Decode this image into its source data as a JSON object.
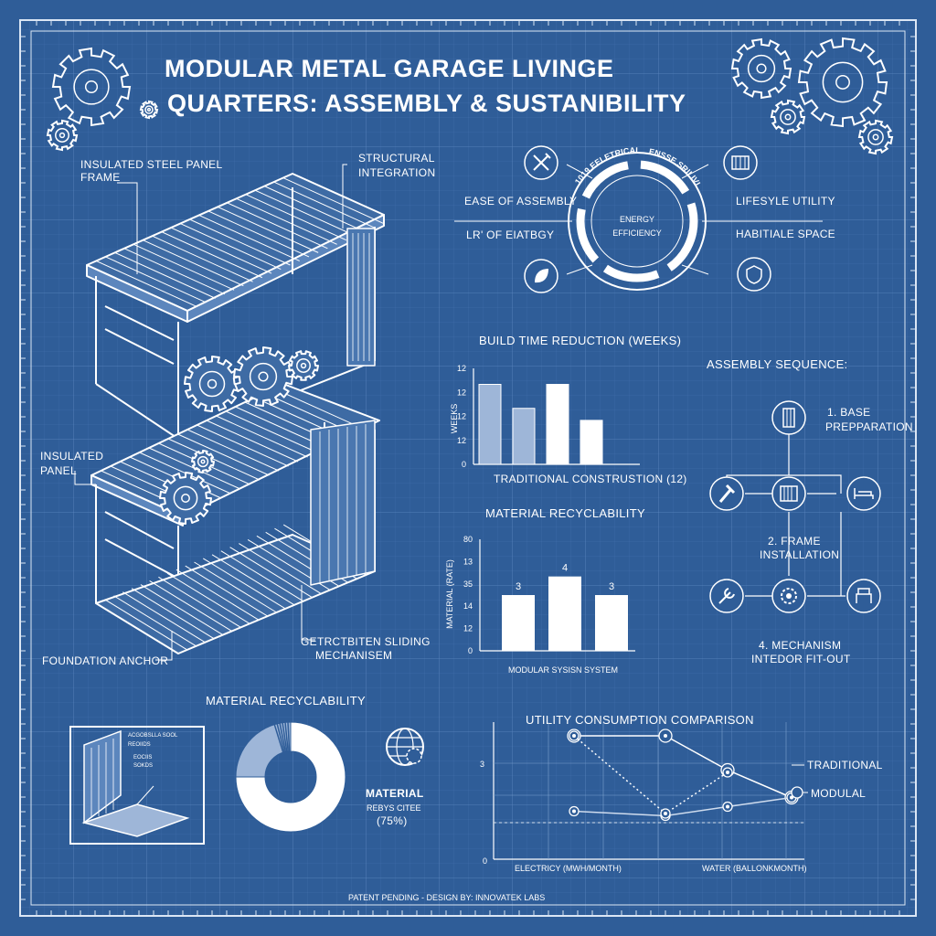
{
  "header": {
    "title_line1": "MODULAR METAL GARAGE LIVINGE",
    "title_line2": "QUARTERS: ASSEMBLY & SUSTANIBILITY"
  },
  "colors": {
    "background": "#2f5d98",
    "line": "#ffffff",
    "fill_light": "#9eb6d8",
    "grid": "#4f7bb5"
  },
  "callouts": {
    "insulated_steel_panel_1": "INSULATED STEEL PANEL",
    "insulated_steel_panel_2": "FRAME",
    "structural_1": "STRUCTURAL",
    "structural_2": "INTEGRATION",
    "insulated_panel_1": "INSULATED",
    "insulated_panel_2": "PANEL",
    "sliding_1": "GETRCTBITEN SLIDING",
    "sliding_2": "MECHANISEM",
    "foundation": "FOUNDATION ANCHOR"
  },
  "ring": {
    "center_1": "ENERGY",
    "center_2": "EFFICIENCY",
    "arc_left": "1019 EELETRICAL",
    "arc_right": "ENSSE SRILIVLIT",
    "left_top": "EASE OF ASSEMBLY",
    "left_bottom": "LR' OF EIATBGY",
    "right_top": "LIFESYLE UTILITY",
    "right_bottom": "HABITIALE SPACE",
    "icons": [
      "tools-icon",
      "leaf-icon",
      "container-icon",
      "shield-icon"
    ]
  },
  "chart_data": [
    {
      "type": "bar",
      "title": "BUILD TIME REDUCTION (WEEKS)",
      "ylabel": "WEEKS",
      "yticks": [
        "12",
        "12",
        "12",
        "12",
        "0"
      ],
      "values": [
        10,
        7,
        10,
        5.5
      ],
      "ylim": [
        0,
        12
      ],
      "colors": [
        "#9eb6d8",
        "#9eb6d8",
        "#ffffff",
        "#ffffff"
      ],
      "xlabel": "TRADITIONAL CONSTRUSTION (12)"
    },
    {
      "type": "bar",
      "title": "MATERIAL RECYCLABILITY",
      "ylabel": "MATERIAL (RATE)",
      "yticks": [
        "80",
        "13",
        "35",
        "14",
        "12",
        "0"
      ],
      "values": [
        3,
        4,
        3
      ],
      "value_labels": [
        "3",
        "4",
        "3"
      ],
      "ylim": [
        0,
        6
      ],
      "xlabel": "MODULAR SYSISN SYSTEM"
    },
    {
      "type": "pie",
      "title": "MATERIAL RECYCLABILITY",
      "slices": [
        75,
        25
      ],
      "legend_1": "MATERIAL",
      "legend_2": "REBYS CITEE",
      "legend_3": "(75%)",
      "inset_1": "ACGOBSLLA SOOL",
      "inset_2": "REOIIDS",
      "inset_3": "EOCIIS",
      "inset_4": "SOKDS"
    },
    {
      "type": "line",
      "title": "UTILITY CONSUMPTION COMPARISON",
      "ytick": "3",
      "yzero": "0",
      "xlabel_left": "ELECTRICY (MWH/MONTH)",
      "xlabel_right": "WATER (BALLONKMONTH)",
      "ylim": [
        0,
        6
      ],
      "series": [
        {
          "name": "TRADITIONAL",
          "points": [
            [
              1,
              5.4
            ],
            [
              2,
              5.4
            ],
            [
              3,
              3.9
            ],
            [
              4,
              2.7
            ]
          ]
        },
        {
          "name": "MODULAL",
          "points": [
            [
              1,
              2.1
            ],
            [
              2,
              1.9
            ],
            [
              3,
              2.3
            ],
            [
              4,
              2.7
            ]
          ]
        },
        {
          "name": "",
          "points": [
            [
              1,
              5.4
            ],
            [
              2,
              2.0
            ],
            [
              3,
              3.8
            ]
          ]
        }
      ]
    }
  ],
  "sequence": {
    "title": "ASSEMBLY SEQUENCE:",
    "step1_1": "1. BASE",
    "step1_2": "PREPPARATION",
    "step2_1": "2. FRAME",
    "step2_2": "INSTALLATION",
    "step4_1": "4. MECHANISM",
    "step4_2": "INTEDOR FIT-OUT"
  },
  "footer": {
    "text": "PATENT PENDING - DESIGN BY: INNOVATEK LABS"
  }
}
